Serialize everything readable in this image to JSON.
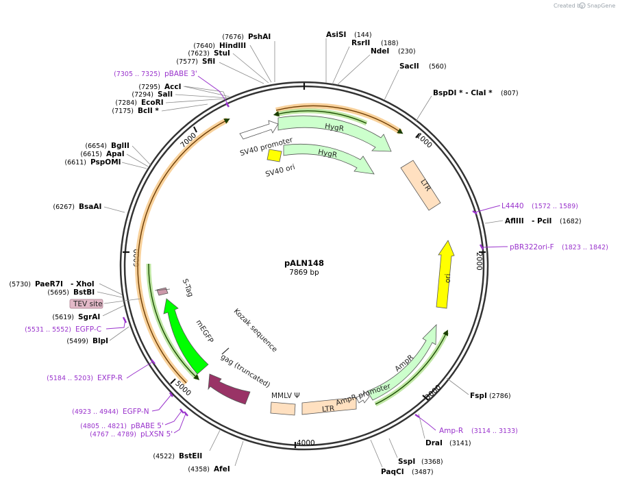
{
  "header": {
    "credit_prefix": "Created by",
    "credit_brand": "SnapGene"
  },
  "plasmid": {
    "name": "pALN148",
    "length_label": "7869 bp",
    "length": 7869
  },
  "ticks": [
    "1000",
    "2000",
    "3000",
    "4000",
    "5000",
    "6000",
    "7000"
  ],
  "sites": [
    {
      "name": "PshAI",
      "pos": "(7676)"
    },
    {
      "name": "HindIII",
      "pos": "(7640)"
    },
    {
      "name": "StuI",
      "pos": "(7623)"
    },
    {
      "name": "SfiI",
      "pos": "(7577)"
    },
    {
      "name": "AccI",
      "pos": "(7295)"
    },
    {
      "name": "SalI",
      "pos": "(7294)"
    },
    {
      "name": "EcoRI",
      "pos": "(7284)"
    },
    {
      "name": "BclI *",
      "pos": "(7175)"
    },
    {
      "name": "BglII",
      "pos": "(6654)"
    },
    {
      "name": "ApaI",
      "pos": "(6615)"
    },
    {
      "name": "PspOMI",
      "pos": "(6611)"
    },
    {
      "name": "BsaAI",
      "pos": "(6267)"
    },
    {
      "name": "PaeR7I",
      "pos": "(5730)"
    },
    {
      "name": "- XhoI",
      "pos": ""
    },
    {
      "name": "BstBI",
      "pos": "(5695)"
    },
    {
      "name": "SgrAI",
      "pos": "(5619)"
    },
    {
      "name": "BlpI",
      "pos": "(5499)"
    },
    {
      "name": "BstEII",
      "pos": "(4522)"
    },
    {
      "name": "AfeI",
      "pos": "(4358)"
    },
    {
      "name": "AsiSI",
      "pos": "(144)"
    },
    {
      "name": "RsrII",
      "pos": "(188)"
    },
    {
      "name": "NdeI",
      "pos": "(230)"
    },
    {
      "name": "SacII",
      "pos": "(560)"
    },
    {
      "name": "BspDI * - ClaI *",
      "pos": "(807)"
    },
    {
      "name": "AflIII",
      "pos": ""
    },
    {
      "name": "- PciI",
      "pos": "(1682)"
    },
    {
      "name": "FspI",
      "pos": "(2786)"
    },
    {
      "name": "DraI",
      "pos": "(3141)"
    },
    {
      "name": "SspI",
      "pos": "(3368)"
    },
    {
      "name": "PaqCI",
      "pos": "(3487)"
    }
  ],
  "primers": [
    {
      "name": "pBABE 3'",
      "pos": "(7305 .. 7325)"
    },
    {
      "name": "EGFP-C",
      "pos": "(5531 .. 5552)"
    },
    {
      "name": "EXFP-R",
      "pos": "(5184 .. 5203)"
    },
    {
      "name": "EGFP-N",
      "pos": "(4923 .. 4944)"
    },
    {
      "name": "pBABE 5'",
      "pos": "(4805 .. 4821)"
    },
    {
      "name": "pLXSN 5'",
      "pos": "(4767 .. 4789)"
    },
    {
      "name": "L4440",
      "pos": "(1572 .. 1589)"
    },
    {
      "name": "pBR322ori-F",
      "pos": "(1823 .. 1842)"
    },
    {
      "name": "Amp-R",
      "pos": "(3114 .. 3133)"
    }
  ],
  "tev_site": "TEV site",
  "features": {
    "sv40_promoter": "SV40 promoter",
    "sv40_ori": "SV40 ori",
    "hygr_outer": "HygR",
    "hygr_inner": "HygR",
    "ltr_right": "LTR",
    "ori": "ori",
    "ampr": "AmpR",
    "ampr_promoter": "AmpR promoter",
    "ltr_bottom": "LTR",
    "mmlv": "MMLV Ψ",
    "gag": "gag (truncated)",
    "kozak": "Kozak sequence",
    "megfp": "mEGFP",
    "stag": "S-Tag"
  },
  "colors": {
    "backbone": "#333333",
    "site_text": "#000000",
    "primer": "#9932cc",
    "hygr_fill": "#ccffcc",
    "ltr_fill": "#ffe0c0",
    "ori_fill": "#ffff00",
    "megfp_fill": "#00ff00",
    "gag_fill": "#993366",
    "stag_fill": "#cc99aa",
    "orf_orange": "#f0b060",
    "orf_green": "#99dd55",
    "tev_fill": "#e3b9c8"
  }
}
